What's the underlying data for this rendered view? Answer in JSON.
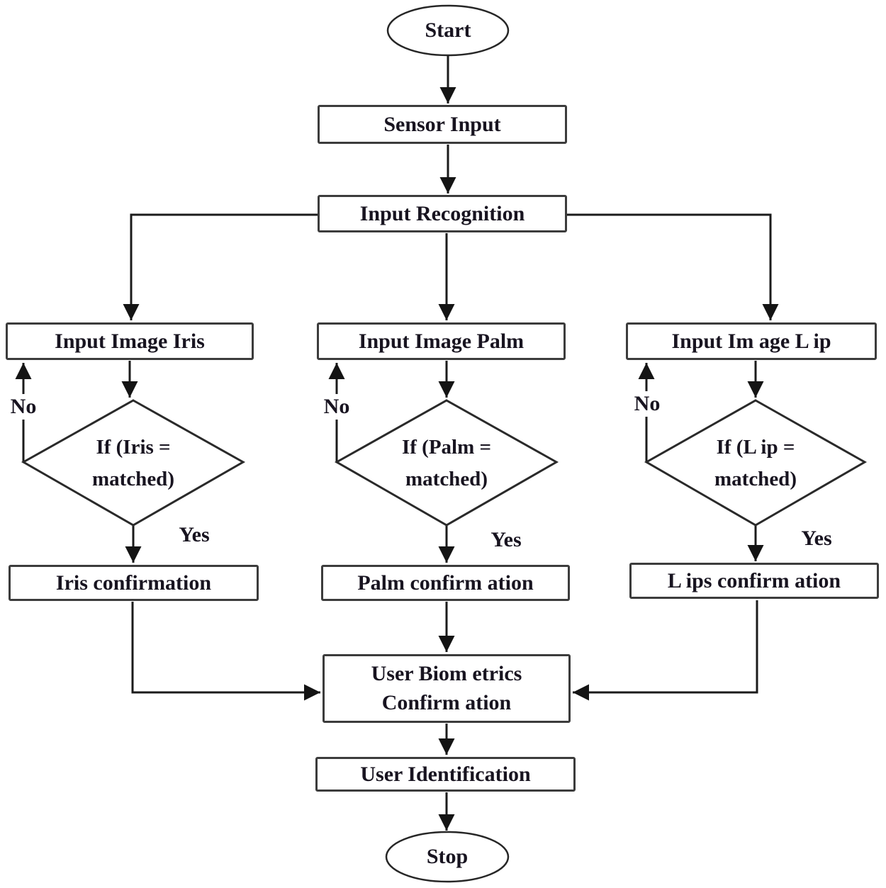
{
  "nodes": {
    "start": {
      "label": "Start"
    },
    "sensor_input": {
      "label": "Sensor Input"
    },
    "input_recognition": {
      "label": "Input Recognition"
    },
    "input_image_iris": {
      "label": "Input Image Iris"
    },
    "input_image_palm": {
      "label": "Input Image Palm"
    },
    "input_image_lip": {
      "label": "Input Im age L ip"
    },
    "iris_decision": {
      "line1": "If (Iris =",
      "line2": "matched)"
    },
    "palm_decision": {
      "line1": "If (Palm =",
      "line2": "matched)"
    },
    "lip_decision": {
      "line1": "If (L ip =",
      "line2": "matched)"
    },
    "iris_confirmation": {
      "label": "Iris confirmation"
    },
    "palm_confirmation": {
      "label": "Palm confirm ation"
    },
    "lips_confirmation": {
      "label": "L ips confirm ation"
    },
    "user_biometrics_confirmation": {
      "line1": "User Biom etrics",
      "line2": "Confirm ation"
    },
    "user_identification": {
      "label": "User Identification"
    },
    "stop": {
      "label": "Stop"
    }
  },
  "edge_labels": {
    "iris_no": "No",
    "iris_yes": "Yes",
    "palm_no": "No",
    "palm_yes": "Yes",
    "lip_no": "No",
    "lip_yes": "Yes"
  },
  "colors": {
    "background": "#ffffff",
    "connector_line": "#1b1b1b",
    "shape_border": "#3c3c3c",
    "text": "#181420"
  }
}
